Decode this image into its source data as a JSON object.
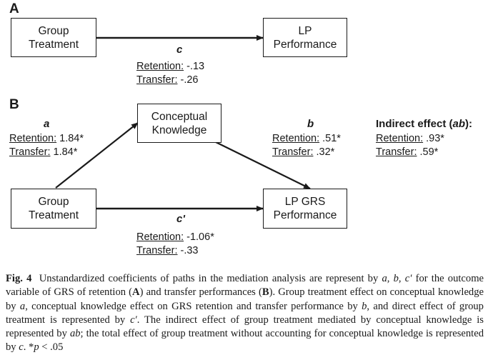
{
  "panel_a": {
    "label": "A",
    "box_left": "Group\nTreatment",
    "box_right": "LP\nPerformance",
    "path_label": "c",
    "retention_label": "Retention:",
    "retention_value": "-.13",
    "transfer_label": "Transfer:",
    "transfer_value": "-.26"
  },
  "panel_b": {
    "label": "B",
    "box_top": "Conceptual\nKnowledge",
    "box_left": "Group\nTreatment",
    "box_right": "LP GRS\nPerformance",
    "path_a": {
      "label": "a",
      "retention_label": "Retention:",
      "retention_value": "1.84*",
      "transfer_label": "Transfer:",
      "transfer_value": "1.84*"
    },
    "path_b": {
      "label": "b",
      "retention_label": "Retention:",
      "retention_value": ".51*",
      "transfer_label": "Transfer:",
      "transfer_value": ".32*"
    },
    "path_c_prime": {
      "label": "c'",
      "retention_label": "Retention:",
      "retention_value": "-1.06*",
      "transfer_label": "Transfer:",
      "transfer_value": "-.33"
    },
    "indirect": {
      "title_prefix": "Indirect effect (",
      "title_italic": "ab",
      "title_suffix": "):",
      "retention_label": "Retention:",
      "retention_value": ".93*",
      "transfer_label": "Transfer:",
      "transfer_value": ".59*"
    }
  },
  "caption": {
    "fig_label": "Fig. 4",
    "text_1": "Unstandardized coefficients of paths in the mediation analysis are represent by",
    "v_a": "a",
    "v_b": "b",
    "v_cp": "c′",
    "text_2": "for the outcome variable of GRS of retention (",
    "bold_A": "A",
    "text_3": ") and transfer performances (",
    "bold_B": "B",
    "text_4": "). Group treatment effect on conceptual knowledge by",
    "text_5": ", conceptual knowledge effect on GRS retention and transfer performance by",
    "text_6": ", and direct effect of group treatment is represented by",
    "text_7": ". The indirect effect of group treatment mediated by conceptual knowledge is represented by",
    "v_ab": "ab",
    "text_8": "; the total effect of group treatment without accounting for conceptual knowledge is represented by",
    "v_c": "c",
    "text_9": ". *",
    "v_p": "p",
    "text_10": "< .05"
  }
}
